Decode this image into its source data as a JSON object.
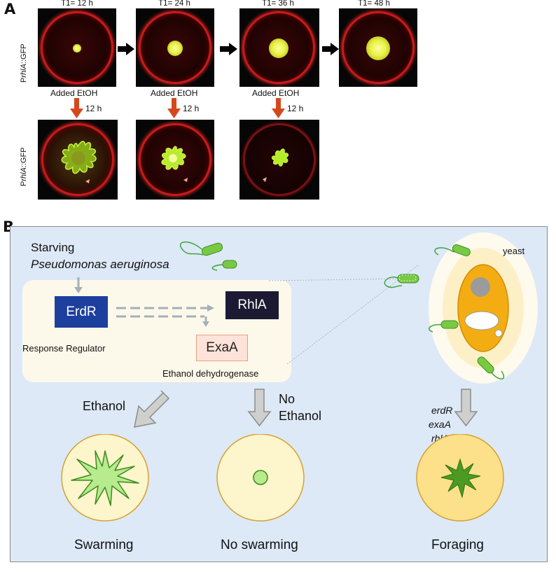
{
  "panel_a": {
    "letter": "A",
    "row_label_prefix": "P",
    "row_label_gene": "rhlA",
    "row_label_suffix": "::GFP",
    "time_labels": [
      "T1= 12 h",
      "T1= 24 h",
      "T1= 36 h",
      "T1= 48 h"
    ],
    "added_label": "Added EtOH",
    "interval_label": "12 h"
  },
  "panel_b": {
    "letter": "B",
    "title_line1": "Starving",
    "title_line2": "Pseudomonas aeruginosa",
    "erdr": "ErdR",
    "rhla": "RhlA",
    "exaa": "ExaA",
    "response_regulator": "Response Regulator",
    "ethanol_dehydrogenase": "Ethanol dehydrogenase",
    "ethanol": "Ethanol",
    "no_ethanol_line1": "No",
    "no_ethanol_line2": "Ethanol",
    "yeast": "yeast",
    "genes": [
      "erdR",
      "exaA",
      "rhlA"
    ],
    "outcome_swarming": "Swarming",
    "outcome_no_swarming": "No swarming",
    "outcome_foraging": "Foraging"
  },
  "colors": {
    "arrow_red": "#d4481e",
    "dish_red": "#c81a1a",
    "gfp_green": "#c8ef3c",
    "erdr_blue": "#1d3f9e",
    "rhla_dark": "#1c1933",
    "bacteria_green": "#7ac943",
    "panel_bg": "#dde9f7"
  }
}
